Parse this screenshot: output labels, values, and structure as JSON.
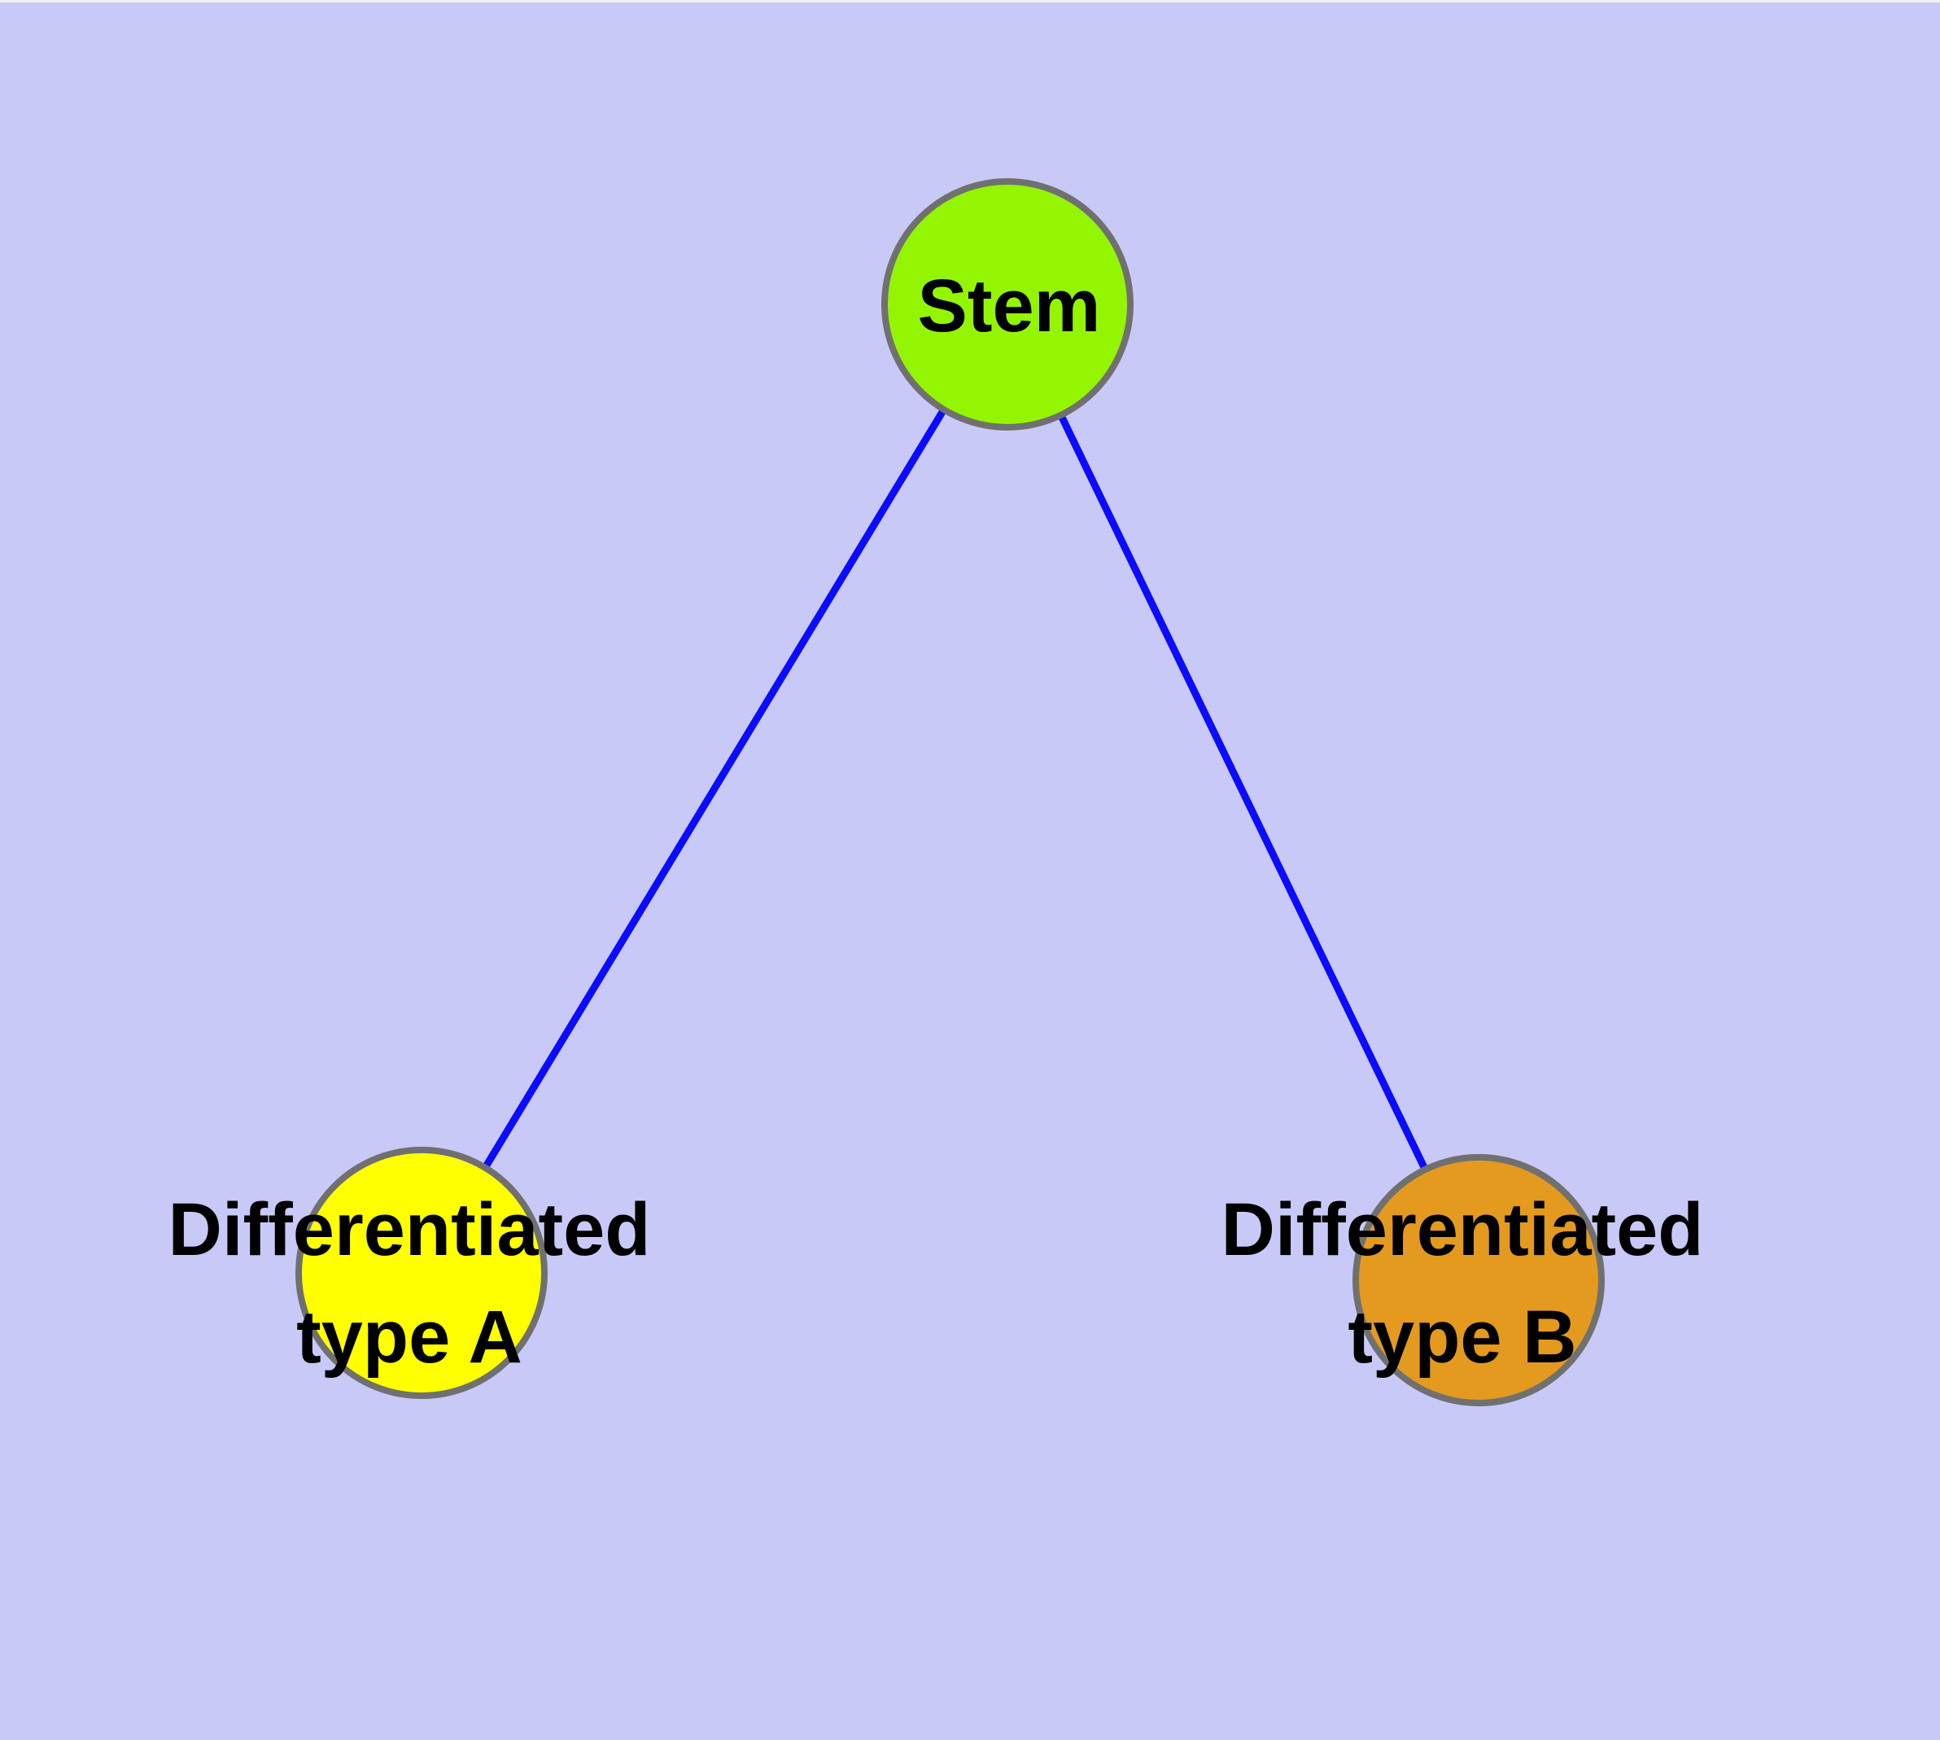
{
  "diagram": {
    "background_color": "#c9c9f8",
    "top_border_color": "#f1f1f1",
    "edge_color": "#0b0bff",
    "node_border_color": "#707070",
    "text_color": "#000000",
    "nodes": [
      {
        "id": "stem",
        "label": "Stem",
        "fill": "#94f502",
        "border_color": "#707070"
      },
      {
        "id": "differentiated-type-a",
        "label": "Differentiated type A",
        "label_line1": "Differentiated",
        "label_line2": "type A",
        "fill": "#ffff00",
        "border_color": "#707070"
      },
      {
        "id": "differentiated-type-b",
        "label": "Differentiated type B",
        "label_line1": "Differentiated",
        "label_line2": "type B",
        "fill": "#e39a1e",
        "border_color": "#707070"
      }
    ],
    "edges": [
      {
        "from": "stem",
        "to": "differentiated-type-a"
      },
      {
        "from": "stem",
        "to": "differentiated-type-b"
      }
    ]
  }
}
